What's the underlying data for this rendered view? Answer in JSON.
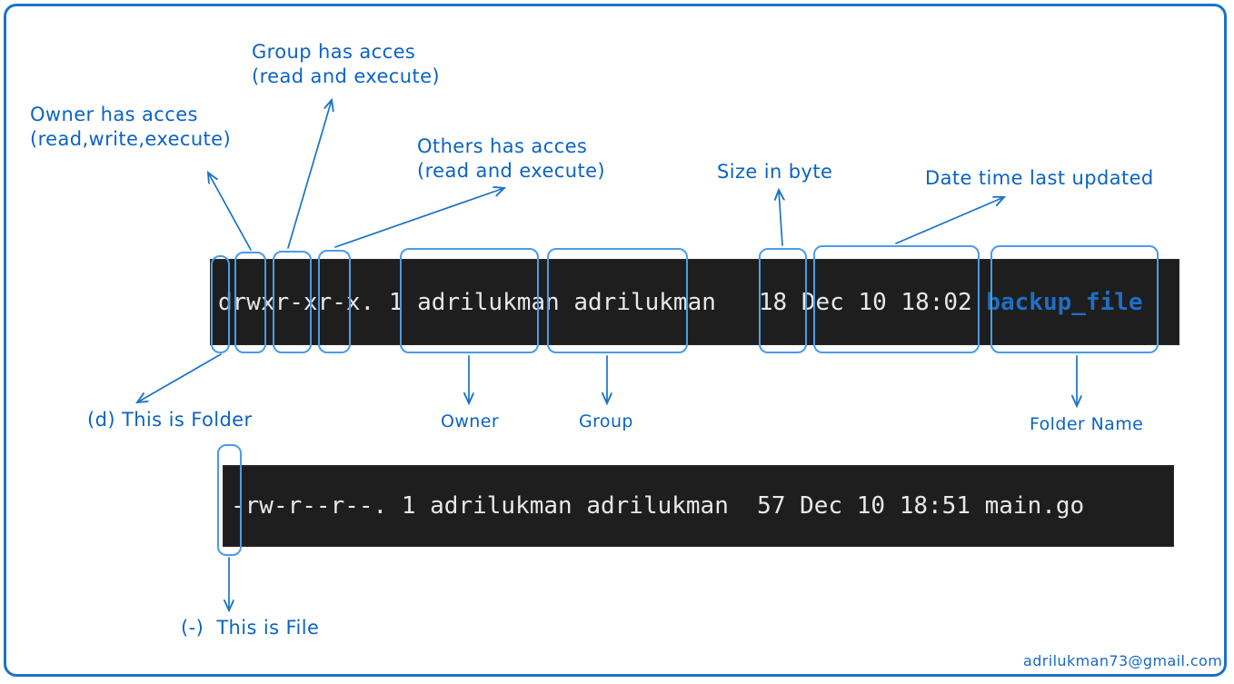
{
  "board": {
    "border_color": "#1a73c8",
    "background": "#ffffff",
    "annotation_color": "#0b63c5",
    "highlight_color": "#4c9be8",
    "terminal_bg": "#1e1e1e",
    "terminal_fg": "#e8e8e8",
    "dirname_color": "#1f6fc4"
  },
  "annotations": {
    "owner_access_line1": "Owner has acces",
    "owner_access_line2": "(read,write,execute)",
    "group_access_line1": "Group has acces",
    "group_access_line2": "(read and execute)",
    "others_access_line1": "Others has acces",
    "others_access_line2": "(read and execute)",
    "size_in_byte": "Size in byte",
    "date_time": "Date time last updated",
    "this_is_folder": "(d) This is Folder",
    "owner_label": "Owner",
    "group_label": "Group",
    "folder_name_label": "Folder Name",
    "this_is_file": "(-)  This is File",
    "signature": "adrilukman73@gmail.com"
  },
  "terminal_line_1": {
    "full": "drwxr-xr-x. 1 adrilukman adrilukman   18 Dec 10 18:02 backup_file",
    "type_char": "d",
    "owner_perms": "rwx",
    "group_perms": "r-x",
    "others_perms": "r-x",
    "selinux_dot": ".",
    "links": "1",
    "owner": "adrilukman",
    "group": "adrilukman",
    "size": "18",
    "date": "Dec 10 18:02",
    "name": "backup_file",
    "segments": {
      "prefix": "drwxr-xr-x. 1 ",
      "owner_seg": "adrilukman",
      "gap1": " ",
      "group_seg": "adrilukman",
      "gap2": "   ",
      "size_seg": "18",
      "gap3": " ",
      "date_seg": "Dec 10 18:02",
      "gap4": " ",
      "name_seg": "backup_file"
    }
  },
  "terminal_line_2": {
    "full": "-rw-r--r--. 1 adrilukman adrilukman  57 Dec 10 18:51 main.go",
    "type_char": "-",
    "owner_perms": "rw-",
    "group_perms": "r--",
    "others_perms": "r--",
    "links": "1",
    "owner": "adrilukman",
    "group": "adrilukman",
    "size": "57",
    "date": "Dec 10 18:51",
    "name": "main.go"
  }
}
